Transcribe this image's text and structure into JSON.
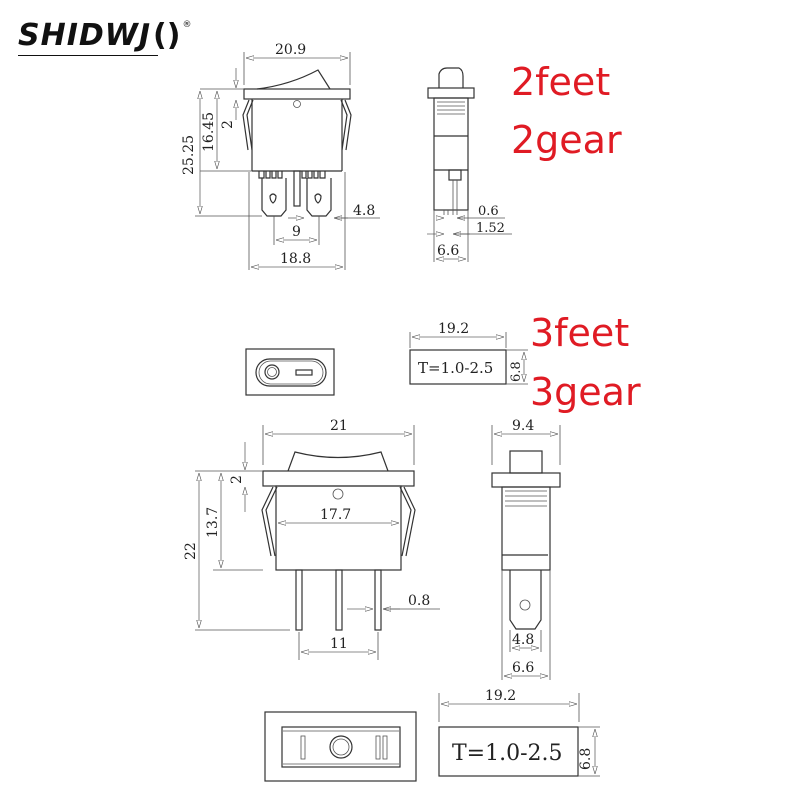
{
  "brand": {
    "name": "SHIDWJ",
    "mark": "()",
    "registered": "®"
  },
  "sections": [
    {
      "id": "two-pin",
      "labels": [
        "2feet",
        "2gear"
      ],
      "front_view": {
        "width": "20.9",
        "total_height": "25.25",
        "body_height": "16.45",
        "flange_thickness": "2",
        "pin_spacing": "9",
        "pin_width": "4.8",
        "body_width": "18.8"
      },
      "side_view": {
        "pin_thickness": "0.6",
        "pin_gap": "1.52",
        "depth": "6.6"
      }
    },
    {
      "id": "three-pin",
      "labels": [
        "3feet",
        "3gear"
      ],
      "top_view_panel_cutout": {
        "width": "19.2",
        "height": "6.8",
        "thickness_note": "T=1.0-2.5"
      },
      "front_view": {
        "width": "21",
        "flange_thickness": "2",
        "body_height": "13.7",
        "total_height": "22",
        "inner_width": "17.7",
        "pin_thickness": "0.8",
        "pin_spacing": "11"
      },
      "side_view": {
        "width": "9.4",
        "pin_width": "4.8",
        "depth": "6.6"
      },
      "panel_cutout_bottom": {
        "width": "19.2",
        "height": "6.8",
        "thickness_note": "T=1.0-2.5"
      },
      "rocker_symbols": [
        "I",
        "O",
        "II"
      ]
    }
  ],
  "colors": {
    "label": "#e01b24",
    "line": "#333333",
    "background": "#ffffff"
  }
}
